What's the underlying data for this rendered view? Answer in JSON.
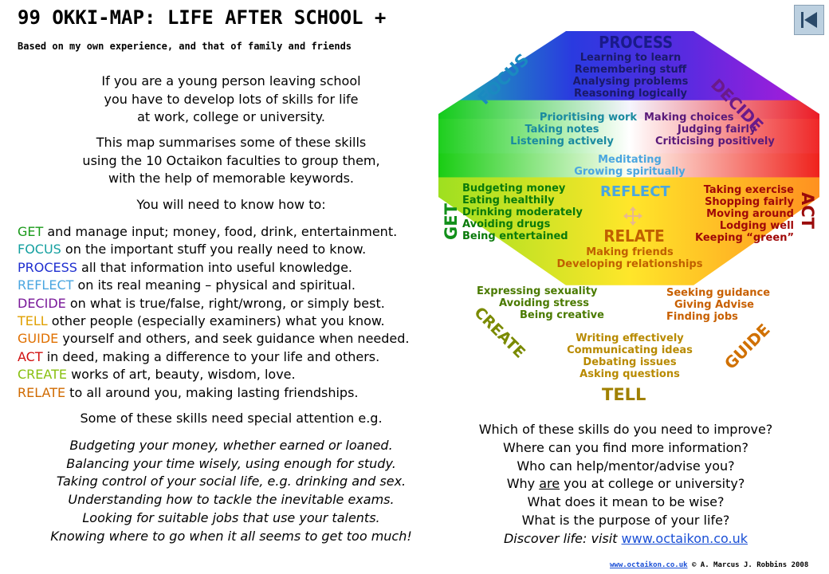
{
  "header": {
    "title": "99 OKKI-MAP: LIFE AFTER SCHOOL +",
    "subtitle": "Based on my own experience, and that of family and friends"
  },
  "intro": {
    "p1": [
      "If you are a young person leaving school",
      "you have to develop lots of skills for life",
      "at work, college or university."
    ],
    "p2": [
      "This map summarises some of these skills",
      "using the 10 Octaikon faculties to group them,",
      "with the help of memorable keywords."
    ],
    "p3": "You will need to know how to:"
  },
  "faculties": [
    {
      "kw": "GET",
      "rest": " and manage input; money, food, drink, entertainment.",
      "color": "#1a9a1a"
    },
    {
      "kw": "FOCUS",
      "rest": " on the important stuff you really need to know.",
      "color": "#14a0a0"
    },
    {
      "kw": "PROCESS",
      "rest": " all that information into useful knowledge.",
      "color": "#1f2fd0"
    },
    {
      "kw": "REFLECT",
      "rest": " on its real meaning – physical and spiritual.",
      "color": "#4aa6e0"
    },
    {
      "kw": "DECIDE",
      "rest": " on what is true/false, right/wrong, or simply best.",
      "color": "#7a1a9a"
    },
    {
      "kw": "TELL",
      "rest": " other people (especially examiners) what you know.",
      "color": "#e0a000"
    },
    {
      "kw": "GUIDE",
      "rest": " yourself and others, and seek guidance when needed.",
      "color": "#e07000"
    },
    {
      "kw": "ACT",
      "rest": " in deed, making a difference to your life and others.",
      "color": "#d01010"
    },
    {
      "kw": "CREATE",
      "rest": " works of art, beauty, wisdom, love.",
      "color": "#88c010"
    },
    {
      "kw": "RELATE",
      "rest": " to all around you, making lasting friendships.",
      "color": "#d06a00"
    }
  ],
  "special_intro": "Some of these skills need special attention e.g.",
  "special_items": [
    "Budgeting your money, whether earned or loaned.",
    "Balancing your time wisely, using enough for study.",
    "Taking control of your social life, e.g. drinking and sex.",
    "Understanding how to tackle the inevitable exams.",
    "Looking for suitable jobs that use your talents.",
    "Knowing where to go when it all seems to get too much!"
  ],
  "questions": {
    "q1": "Which of these skills do you need to improve?",
    "q2": "Where can you find more information?",
    "q3": "Who can help/mentor/advise you?",
    "q4_pre": "Why ",
    "q4_u": "are",
    "q4_post": " you at college or university?",
    "q5": "What does it mean to be wise?",
    "q6": "What is the purpose of your life?",
    "q7_pre": "Discover life: visit ",
    "q7_link": "www.octaikon.co.uk"
  },
  "footer": {
    "link": "www.octaikon.co.uk",
    "text": " © A. Marcus J. Robbins 2008"
  },
  "octagon": {
    "process": {
      "label": "PROCESS",
      "items": [
        "Learning to learn",
        "Remembering stuff",
        "Analysing problems",
        "Reasoning logically"
      ]
    },
    "focus": {
      "label": "FOCUS",
      "items": [
        "Prioritising work",
        "Taking notes",
        "Listening actively"
      ]
    },
    "decide": {
      "label": "DECIDE",
      "items": [
        "Making choices",
        "Judging fairly",
        "Criticising positively"
      ]
    },
    "get": {
      "label": "GET",
      "items": [
        "Budgeting money",
        "Eating healthily",
        "Drinking moderately",
        "Avoiding drugs",
        "Being entertained"
      ]
    },
    "reflect": {
      "label": "REFLECT",
      "items": [
        "Meditating",
        "Growing spiritually"
      ]
    },
    "relate": {
      "label": "RELATE",
      "items": [
        "Making friends",
        "Developing relationships"
      ]
    },
    "act": {
      "label": "ACT",
      "items": [
        "Taking exercise",
        "Shopping fairly",
        "Moving around",
        "Lodging well",
        "Keeping “green”"
      ]
    },
    "create": {
      "label": "CREATE",
      "items": [
        "Expressing sexuality",
        "Avoiding stress",
        "Being creative"
      ]
    },
    "guide": {
      "label": "GUIDE",
      "items": [
        "Seeking guidance",
        "Giving Advise",
        "Finding jobs"
      ]
    },
    "tell": {
      "label": "TELL",
      "items": [
        "Writing effectively",
        "Communicating ideas",
        "Debating issues",
        "Asking questions"
      ]
    }
  },
  "colors": {
    "get": "#1a9a1a",
    "focus": "#14a0a0",
    "process": "#1f2fd0",
    "reflect": "#4aa6e0",
    "decide": "#7a1a9a",
    "tell": "#e0a000",
    "guide": "#e07000",
    "act": "#d01010",
    "create": "#88c010",
    "relate": "#d06a00"
  }
}
